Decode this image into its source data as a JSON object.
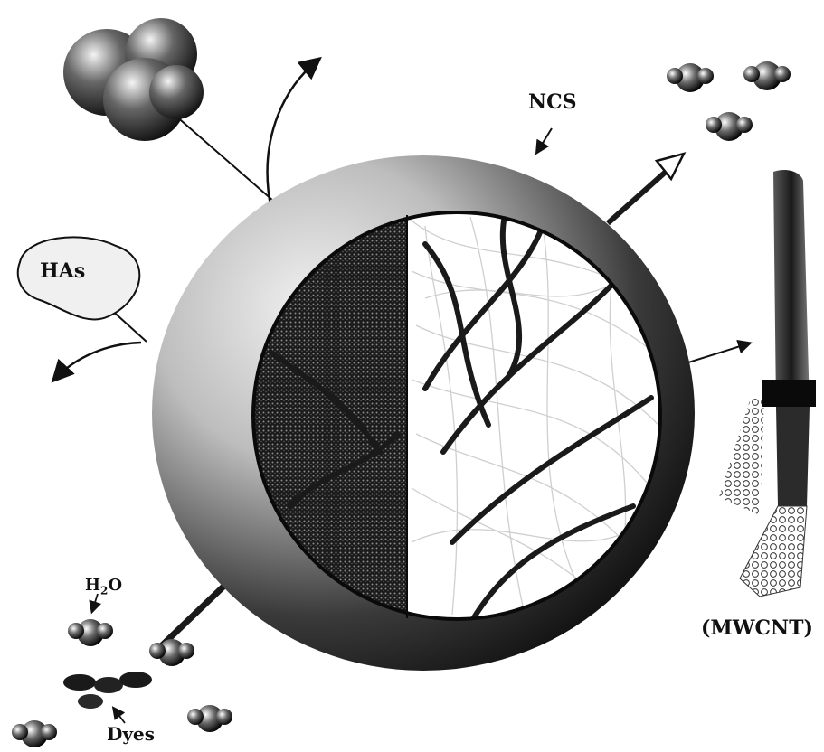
{
  "labels": {
    "ncs": "NCS",
    "has": "HAs",
    "h2o_main": "H",
    "h2o_sub": "2",
    "h2o_tail": "O",
    "dyes": "Dyes",
    "mwcnt": "(MWCNT)"
  },
  "colors": {
    "ink": "#111111",
    "shell_light": "#e6e6e6",
    "shell_dark": "#0a0a0a",
    "fiber": "#f4f4f4",
    "background": "#ffffff"
  },
  "icons": {
    "sphere": "nanocomposite-sphere",
    "molecule_cluster": "molecule-cluster",
    "water_molecule": "water-molecule",
    "dye_molecule": "dye-molecule",
    "nanotube": "multi-walled-carbon-nanotube"
  }
}
